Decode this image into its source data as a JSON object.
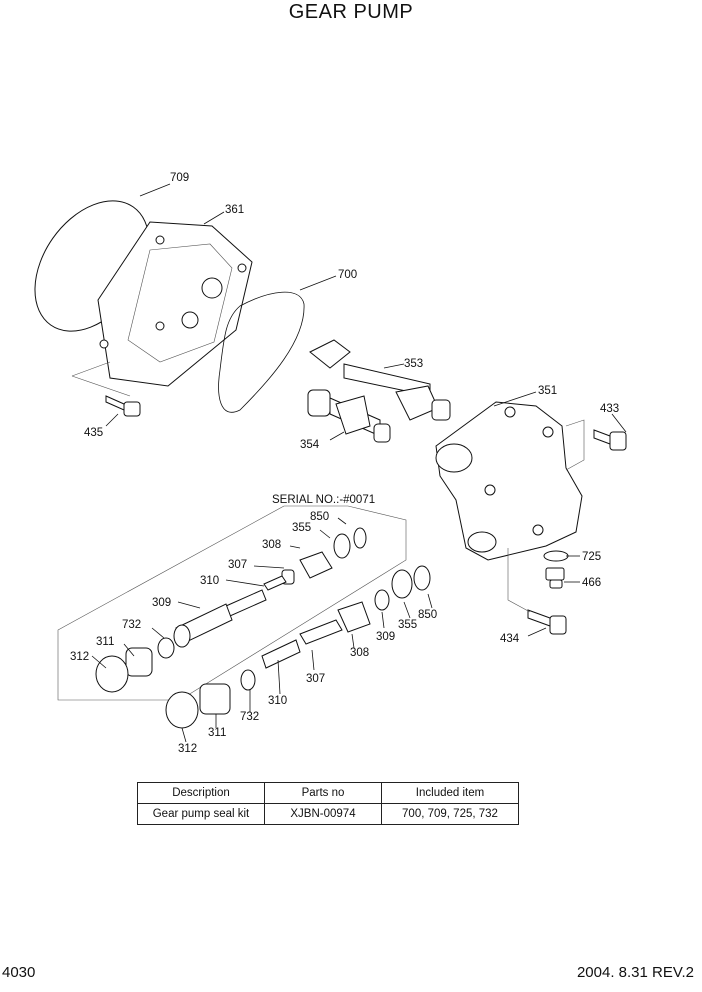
{
  "title": "GEAR PUMP",
  "serial_label": "SERIAL NO.:-#0071",
  "callouts": {
    "c709": "709",
    "c361": "361",
    "c700": "700",
    "c353": "353",
    "c351": "351",
    "c433": "433",
    "c435": "435",
    "c354": "354",
    "c850a": "850",
    "c355a": "355",
    "c308a": "308",
    "c307a": "307",
    "c310a": "310",
    "c309a": "309",
    "c732a": "732",
    "c311a": "311",
    "c312a": "312",
    "c725": "725",
    "c466": "466",
    "c850b": "850",
    "c355b": "355",
    "c309b": "309",
    "c308b": "308",
    "c307b": "307",
    "c434": "434",
    "c310b": "310",
    "c732b": "732",
    "c311b": "311",
    "c312b": "312"
  },
  "kit_table": {
    "headers": [
      "Description",
      "Parts no",
      "Included item"
    ],
    "rows": [
      [
        "Gear pump seal kit",
        "XJBN-00974",
        "700, 709, 725, 732"
      ]
    ]
  },
  "footer": {
    "page_number": "4030",
    "revision": "2004. 8.31  REV.2"
  }
}
